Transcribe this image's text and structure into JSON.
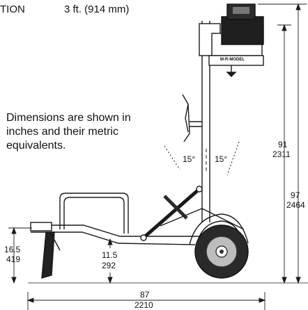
{
  "header": {
    "fragment": "TION",
    "value": "3 ft. (914 mm)"
  },
  "note": {
    "text": "Dimensions are shown in inches and their metric equivalents."
  },
  "machine": {
    "plate_label": "M-R-MODEL"
  },
  "dimensions": {
    "tilt_left": "15°",
    "tilt_right": "15°",
    "mast_height_in": "91",
    "mast_height_mm": "2311",
    "total_height_in": "97",
    "total_height_mm": "2464",
    "jack_height_in": "16.5",
    "jack_height_mm": "419",
    "ground_clearance_in": "11.5",
    "ground_clearance_mm": "292",
    "length_in": "87",
    "length_mm": "2210"
  },
  "colors": {
    "line": "#1a1a1a",
    "tire": "#2a2a2a",
    "background": "#ffffff"
  }
}
